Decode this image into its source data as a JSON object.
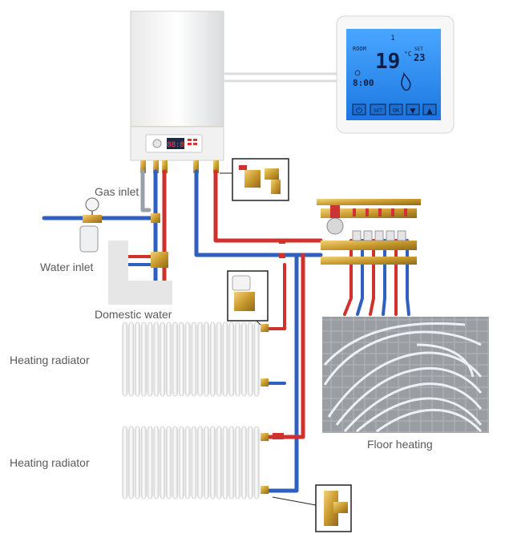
{
  "labels": {
    "gas_inlet": "Gas inlet",
    "water_inlet": "Water inlet",
    "domestic_water": "Domestic water",
    "heating_radiator_1": "Heating radiator",
    "heating_radiator_2": "Heating radiator",
    "floor_heating": "Floor heating"
  },
  "boiler": {
    "display_value": "88:8"
  },
  "thermostat": {
    "zone": "1",
    "room_label": "ROOM",
    "room_temp": "19",
    "unit": "°C",
    "set_label": "SET",
    "set_temp": "23",
    "time": "8:00",
    "buttons": {
      "power": "⏻",
      "set": "SET",
      "ok": "OK",
      "down": "▼",
      "up": "▲"
    }
  },
  "colors": {
    "hot_pipe": "#d0312d",
    "cold_pipe": "#2f5fbf",
    "brass": "#c9a23a",
    "lcd_blue": "#2d8ff0",
    "label_text": "#5a5a5a"
  }
}
